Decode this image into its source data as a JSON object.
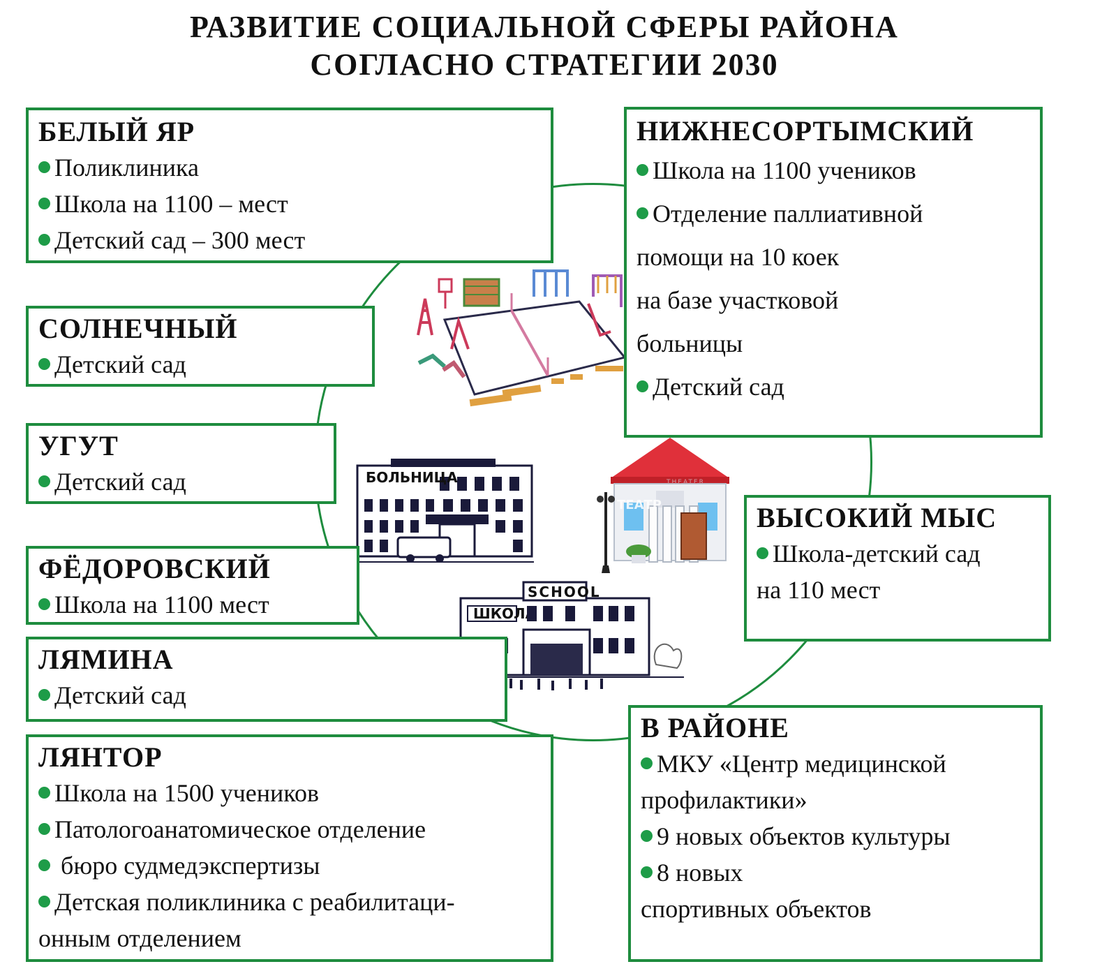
{
  "title": {
    "line1": "РАЗВИТИЕ СОЦИАЛЬНОЙ СФЕРЫ РАЙОНА",
    "line2": "СОГЛАСНО СТРАТЕГИИ 2030"
  },
  "colors": {
    "accent": "#1e8c3e",
    "bullet": "#1e9c48"
  },
  "boxes": {
    "belyi": {
      "heading": "БЕЛЫЙ ЯР",
      "items": [
        "Поликлиника",
        "Школа на 1100 – мест",
        "Детский сад – 300 мест"
      ]
    },
    "solnechny": {
      "heading": "СОЛНЕЧНЫЙ",
      "items": [
        "Детский сад"
      ]
    },
    "ugut": {
      "heading": "УГУТ",
      "items": [
        "Детский сад"
      ]
    },
    "fedorovsky": {
      "heading": "ФЁДОРОВСКИЙ",
      "items": [
        "Школа на 1100 мест"
      ]
    },
    "lyamina": {
      "heading": "ЛЯМИНА",
      "items": [
        "Детский сад"
      ]
    },
    "lyantor": {
      "heading": "ЛЯНТОР",
      "items": [
        "Школа на 1500 учеников",
        "Патологоанатомическое отделение",
        " бюро судмедэкспертизы",
        "Детская поликлиника с реабилитаци-",
        "онным отделением"
      ]
    },
    "nizhnesortymsky": {
      "heading": "НИЖНЕСОРТЫМСКИЙ",
      "items": [
        "Школа на 1100 учеников",
        "Отделение паллиативной",
        "помощи на 10 коек",
        "на базе участковой",
        "больницы",
        "Детский сад"
      ]
    },
    "vysokiy": {
      "heading": "ВЫСОКИЙ МЫС",
      "items": [
        "Школа-детский сад",
        "на 110 мест"
      ]
    },
    "rayon": {
      "heading": "В РАЙОНЕ",
      "items": [
        "МКУ «Центр медицинской",
        "профилактики»",
        "9 новых объектов культуры",
        "8 новых",
        "спортивных объектов"
      ]
    }
  },
  "illustrations": {
    "hospital_sign": "БОЛЬНИЦА",
    "school_sign_en": "SCHOOL",
    "school_sign_ru": "ШКОЛА",
    "theater_sign": "ТЕАТР",
    "theater_small": "THEATER",
    "sports_icon": "sports-ground-icon",
    "hospital_icon": "hospital-building-icon",
    "theater_icon": "theater-building-icon",
    "school_icon": "school-building-icon"
  }
}
